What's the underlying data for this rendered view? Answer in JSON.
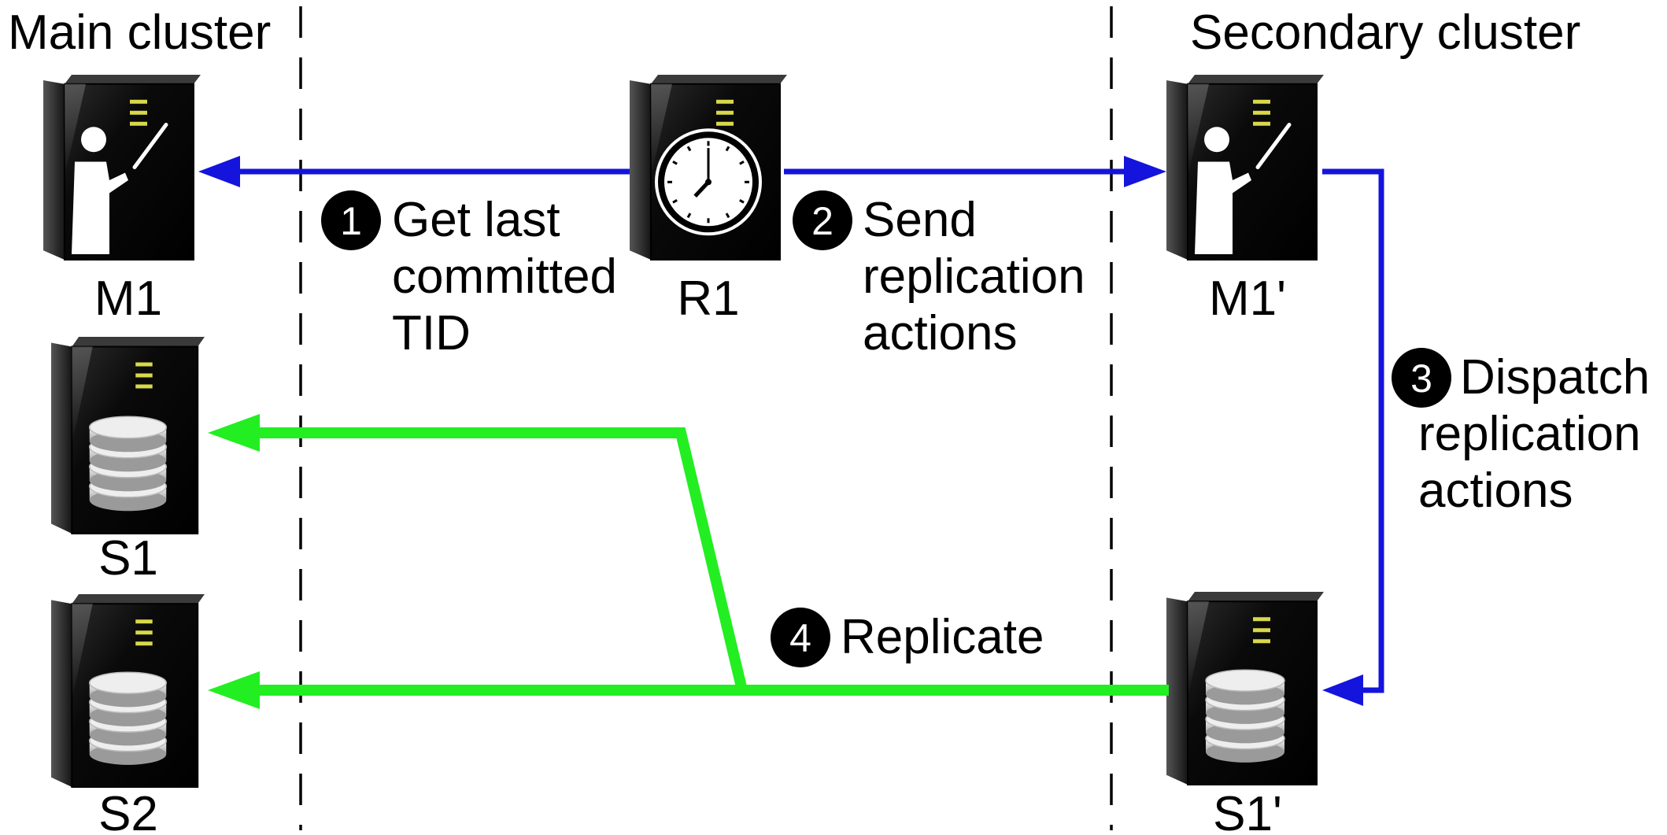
{
  "colors": {
    "blue_arrow": "#1414dc",
    "green_arrow": "#22ee22",
    "divider": "#000000",
    "server_body": "#0d0d0d",
    "server_lights": "#d8d84a",
    "badge_fill": "#000000"
  },
  "clusters": {
    "main": "Main cluster",
    "secondary": "Secondary cluster"
  },
  "nodes": {
    "m1": {
      "label": "M1",
      "icon": "teacher-server-icon"
    },
    "s1": {
      "label": "S1",
      "icon": "database-server-icon"
    },
    "s2": {
      "label": "S2",
      "icon": "database-server-icon"
    },
    "r1": {
      "label": "R1",
      "icon": "clock-server-icon"
    },
    "m1p": {
      "label": "M1'",
      "icon": "teacher-server-icon"
    },
    "s1p": {
      "label": "S1'",
      "icon": "database-server-icon"
    }
  },
  "steps": [
    {
      "number": "1",
      "lines": [
        "Get last",
        "committed",
        "TID"
      ]
    },
    {
      "number": "2",
      "lines": [
        "Send",
        "replication",
        "actions"
      ]
    },
    {
      "number": "3",
      "lines": [
        "Dispatch",
        "replication",
        "actions"
      ]
    },
    {
      "number": "4",
      "lines": [
        "Replicate"
      ]
    }
  ]
}
